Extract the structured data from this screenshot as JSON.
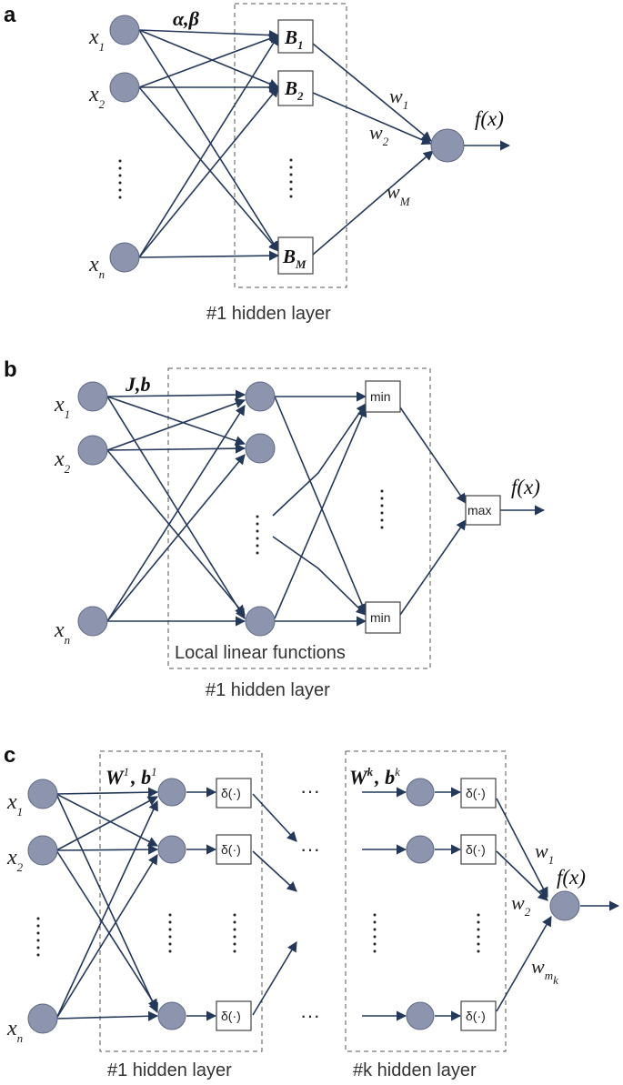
{
  "panel_a": {
    "letter": "a",
    "inputs": [
      {
        "base": "x",
        "sub": "1"
      },
      {
        "base": "x",
        "sub": "2"
      },
      {
        "base": "x",
        "sub": "n"
      }
    ],
    "params": "α,β",
    "boxes": [
      {
        "base": "B",
        "sub": "1"
      },
      {
        "base": "B",
        "sub": "2"
      },
      {
        "base": "B",
        "sub": "M"
      }
    ],
    "weights": [
      {
        "base": "w",
        "sub": "1"
      },
      {
        "base": "w",
        "sub": "2"
      },
      {
        "base": "w",
        "sub": "M"
      }
    ],
    "output": "f(x)",
    "caption": "#1 hidden layer"
  },
  "panel_b": {
    "letter": "b",
    "inputs": [
      {
        "base": "x",
        "sub": "1"
      },
      {
        "base": "x",
        "sub": "2"
      },
      {
        "base": "x",
        "sub": "n"
      }
    ],
    "params": "J,b",
    "min_label": "min",
    "max_label": "max",
    "output": "f(x)",
    "inner_caption": "Local linear functions",
    "caption": "#1 hidden layer"
  },
  "panel_c": {
    "letter": "c",
    "inputs": [
      {
        "base": "x",
        "sub": "1"
      },
      {
        "base": "x",
        "sub": "2"
      },
      {
        "base": "x",
        "sub": "n"
      }
    ],
    "params_first": {
      "W": "W",
      "W_sup": "1",
      "b": "b",
      "b_sup": "1"
    },
    "params_last": {
      "W": "W",
      "W_sup": "k",
      "b": "b",
      "b_sup": "k"
    },
    "activation": "δ(·)",
    "ellipsis": "···",
    "weights": [
      {
        "base": "w",
        "sub": "1"
      },
      {
        "base": "w",
        "sub": "2"
      },
      {
        "base": "w",
        "sub": "m",
        "subsub": "k"
      }
    ],
    "output": "f(x)",
    "caption_first": "#1 hidden layer",
    "caption_last": "#k hidden layer"
  }
}
